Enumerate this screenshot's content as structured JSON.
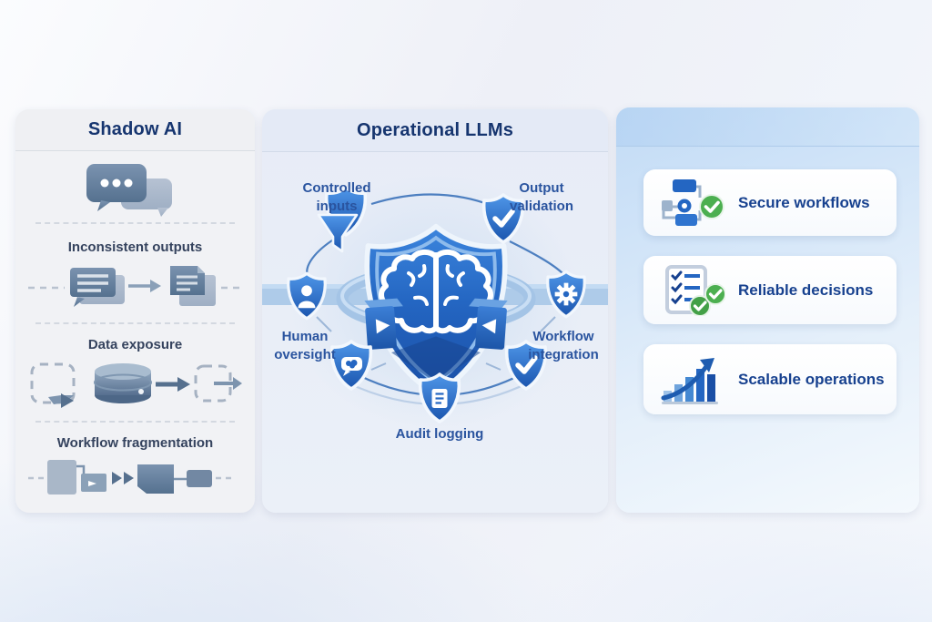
{
  "colors": {
    "title_navy": "#16356f",
    "node_label_blue": "#2a549f",
    "shield_blue_dark": "#1b55ae",
    "shield_blue_light": "#4f96e8",
    "band_blue": "#aecbe9",
    "left_icon_steel": "#5f7a9c",
    "green_check": "#43a047",
    "card_label_blue": "#17418f"
  },
  "left_panel": {
    "title": "Shadow AI",
    "sections": [
      {
        "icon": "chat-bubbles-icon",
        "label": ""
      },
      {
        "icon": "inconsistent-outputs-icon",
        "label": "Inconsistent outputs"
      },
      {
        "icon": "data-exposure-icon",
        "label": "Data exposure"
      },
      {
        "icon": "workflow-fragmentation-icon",
        "label": "Workflow fragmentation"
      }
    ]
  },
  "middle_panel": {
    "title": "Operational LLMs",
    "center_icon": "brain-shield-icon",
    "nodes": [
      {
        "label": "Controlled inputs",
        "icon": "funnel-shield-icon"
      },
      {
        "label": "Output validation",
        "icon": "checkmark-shield-icon"
      },
      {
        "label": "Human oversight",
        "icon": "chat-shield-icon"
      },
      {
        "label": "Workflow integration",
        "icon": "checkmark-shield-icon"
      },
      {
        "label": "Audit logging",
        "icon": "document-shield-icon"
      }
    ],
    "band_icons": [
      {
        "icon": "person-shield-icon"
      },
      {
        "icon": "gear-shield-icon"
      }
    ]
  },
  "right_panel": {
    "cards": [
      {
        "label": "Secure workflows",
        "icon": "workflow-diagram-icon",
        "badge": "green-check-icon"
      },
      {
        "label": "Reliable decisions",
        "icon": "checklist-icon",
        "badge": "green-check-icon"
      },
      {
        "label": "Scalable operations",
        "icon": "growth-chart-icon",
        "badge": ""
      }
    ]
  }
}
